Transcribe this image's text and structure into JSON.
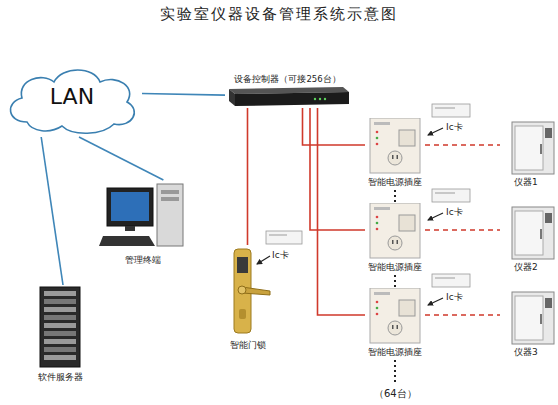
{
  "diagram": {
    "title": "实验室仪器设备管理系统示意图",
    "nodes": [
      {
        "text": [
          "LAN"
        ]
      },
      {
        "text": [
          "设备控制器（可接256台）"
        ]
      },
      {
        "text": [
          "管理终端"
        ]
      },
      {
        "text": [
          "软件服务器"
        ]
      },
      {
        "text": [
          "智能门锁"
        ]
      },
      {
        "text": [
          "智能电源插座"
        ]
      },
      {
        "text": [
          "智能电源插座"
        ]
      },
      {
        "text": [
          "智能电源插座"
        ]
      },
      {
        "text": [
          "仪器1"
        ]
      },
      {
        "text": [
          "仪器2"
        ]
      },
      {
        "text": [
          "仪器3"
        ]
      }
    ],
    "edges": [
      {
        "from": 0,
        "to": 1,
        "arrow": "none"
      },
      {
        "from": 0,
        "to": 2,
        "arrow": "none"
      },
      {
        "from": 0,
        "to": 3,
        "arrow": "none"
      },
      {
        "from": 1,
        "to": 4,
        "arrow": "none"
      },
      {
        "from": 1,
        "to": 5,
        "arrow": "none"
      },
      {
        "from": 1,
        "to": 6,
        "arrow": "none"
      },
      {
        "from": 1,
        "to": 7,
        "arrow": "none"
      },
      {
        "from": 5,
        "to": 8,
        "arrow": "none"
      },
      {
        "from": 6,
        "to": 9,
        "arrow": "none"
      },
      {
        "from": 7,
        "to": 10,
        "arrow": "none"
      }
    ],
    "labels": [
      "Ic卡",
      "Ic卡",
      "Ic卡",
      "Ic卡",
      "（64台）"
    ]
  }
}
